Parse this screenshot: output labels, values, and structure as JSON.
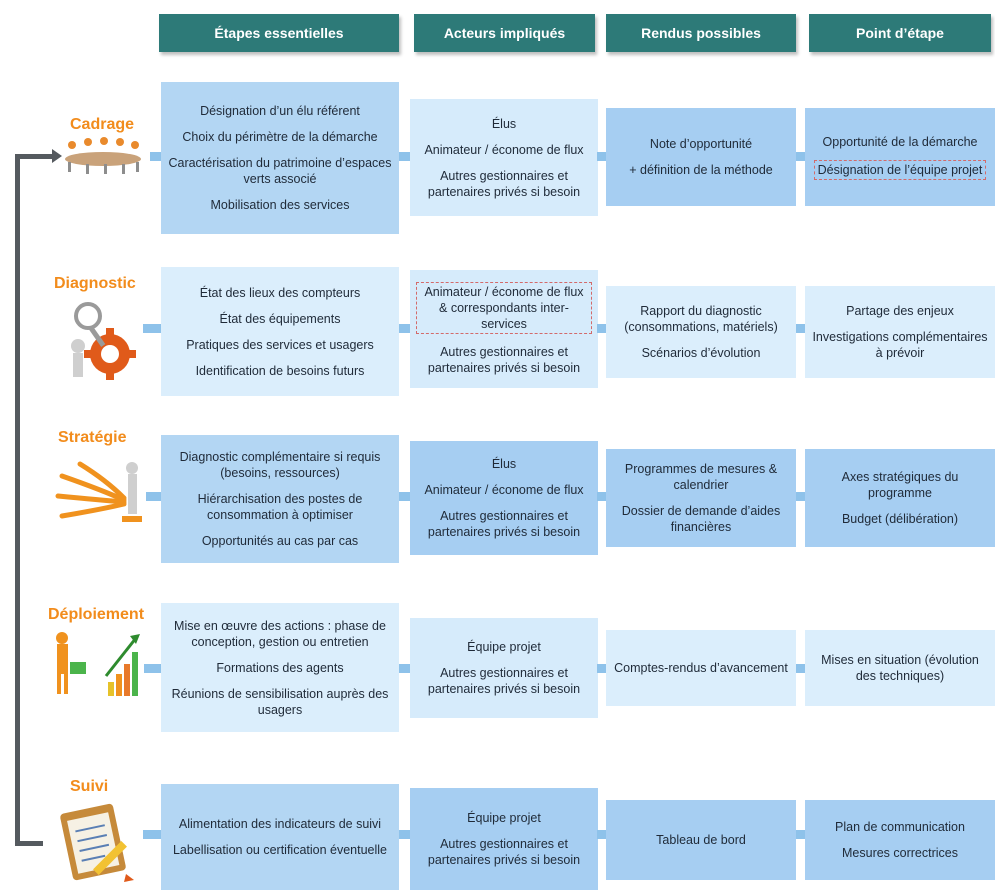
{
  "headers": [
    "Étapes essentielles",
    "Acteurs impliqués",
    "Rendus possibles",
    "Point d’étape"
  ],
  "phases": [
    {
      "label": "Cadrage",
      "icon": "meeting-table-icon"
    },
    {
      "label": "Diagnostic",
      "icon": "magnifier-gear-icon"
    },
    {
      "label": "Stratégie",
      "icon": "strategy-arrows-icon"
    },
    {
      "label": "Déploiement",
      "icon": "watering-growth-chart-icon"
    },
    {
      "label": "Suivi",
      "icon": "clipboard-pencil-icon"
    }
  ],
  "rows": [
    {
      "etapes": [
        "Désignation d’un élu référent",
        "Choix du périmètre de la démarche",
        "Caractérisation du patrimoine d’espaces verts associé",
        "Mobilisation des services"
      ],
      "acteurs": [
        "Élus",
        "Animateur / économe de flux",
        "Autres gestionnaires et partenaires privés si besoin"
      ],
      "rendus": [
        "Note d’opportunité",
        "+ définition de la méthode"
      ],
      "points": [
        "Opportunité de la démarche",
        "Désignation de l’équipe projet"
      ]
    },
    {
      "etapes": [
        "État des lieux des compteurs",
        "État des équipements",
        "Pratiques des services et usagers",
        "Identification de besoins futurs"
      ],
      "acteurs": [
        "Animateur / économe de flux & correspondants inter-services",
        "Autres gestionnaires et partenaires privés si besoin"
      ],
      "rendus": [
        "Rapport du diagnostic (consommations, matériels)",
        "Scénarios d’évolution"
      ],
      "points": [
        "Partage des enjeux",
        "Investigations complémentaires à prévoir"
      ]
    },
    {
      "etapes": [
        "Diagnostic complémentaire si requis (besoins, ressources)",
        "Hiérarchisation des postes de consommation à optimiser",
        "Opportunités au cas par cas"
      ],
      "acteurs": [
        "Élus",
        "Animateur / économe de flux",
        "Autres gestionnaires et partenaires privés si besoin"
      ],
      "rendus": [
        "Programmes de mesures & calendrier",
        "Dossier de demande d’aides financières"
      ],
      "points": [
        "Axes stratégiques du programme",
        "Budget (délibération)"
      ]
    },
    {
      "etapes": [
        "Mise en œuvre des actions : phase de conception, gestion ou entretien",
        "Formations des agents",
        "Réunions de sensibilisation auprès des usagers"
      ],
      "acteurs": [
        "Équipe projet",
        "Autres gestionnaires et partenaires privés si besoin"
      ],
      "rendus": [
        "Comptes-rendus d’avancement"
      ],
      "points": [
        "Mises en situation (évolution des techniques)"
      ]
    },
    {
      "etapes": [
        "Alimentation des indicateurs de suivi",
        "Labellisation ou certification éventuelle"
      ],
      "acteurs": [
        "Équipe projet",
        "Autres gestionnaires et partenaires privés si besoin"
      ],
      "rendus": [
        "Tableau de bord"
      ],
      "points": [
        "Plan de communication",
        "Mesures correctrices"
      ]
    }
  ]
}
